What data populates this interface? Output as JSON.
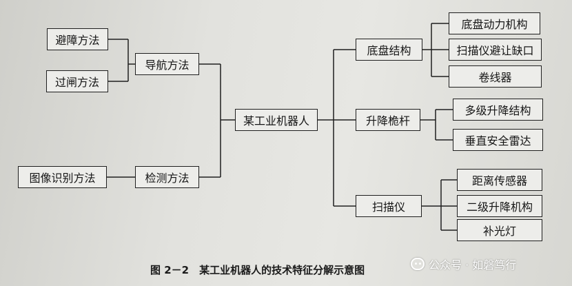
{
  "diagram": {
    "root": "某工业机器人",
    "nodes": {
      "navigation": "导航方法",
      "obstacle_avoidance": "避障方法",
      "gate_passing": "过闸方法",
      "detection": "检测方法",
      "image_recognition": "图像识别方法",
      "chassis": "底盘结构",
      "chassis_power": "底盘动力机构",
      "scanner_avoid_notch": "扫描仪避让缺口",
      "cable_reel": "卷线器",
      "lift_mast": "升降桅杆",
      "multi_stage_lift": "多级升降结构",
      "vertical_safety_radar": "垂直安全雷达",
      "scanner": "扫描仪",
      "distance_sensor": "距离传感器",
      "two_stage_lift": "二级升降机构",
      "fill_light": "补光灯"
    },
    "caption": "图 2－2　某工业机器人的技术特征分解示意图"
  },
  "watermark": {
    "text": "公众号 · 如磐笃行",
    "icon": "wechat-icon"
  },
  "colors": {
    "line": "#1e1e1e",
    "box_fill": "#ededea",
    "paper": "#e2e2de",
    "watermark": "#ffffff"
  }
}
